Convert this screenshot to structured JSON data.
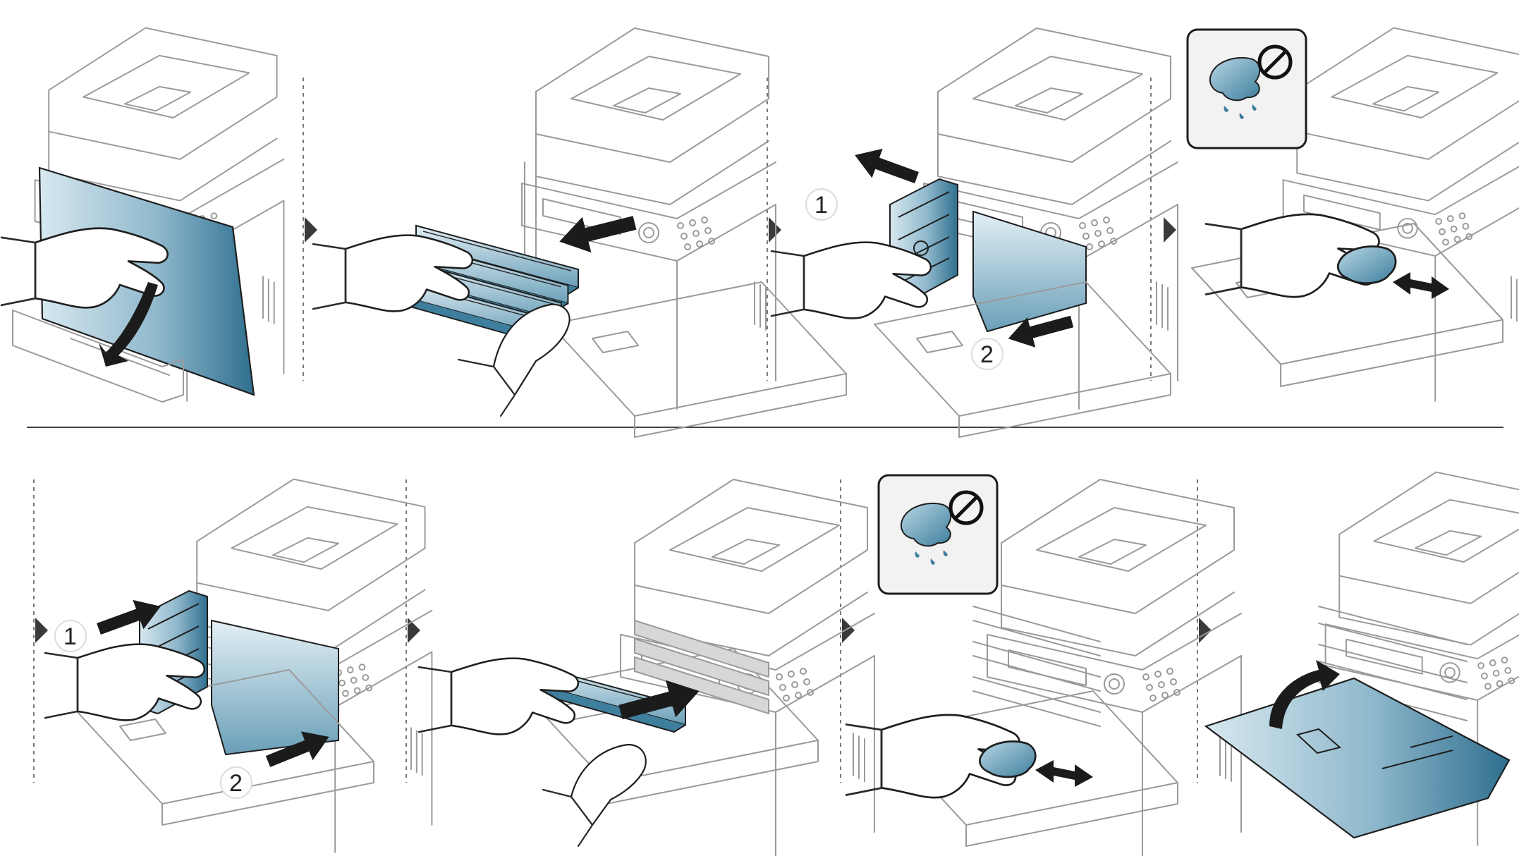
{
  "colors": {
    "accent": "#3f7f9e",
    "accent_light": "#a9cbdb",
    "line_gray": "#9a9a9a",
    "arrow": "#1b1b1b",
    "divider": "#555555"
  },
  "steps": {
    "top_3_label_1": "1",
    "top_3_label_2": "2",
    "bottom_1_label_1": "1",
    "bottom_1_label_2": "2"
  },
  "icons": [
    "step-arrow-icon",
    "no-wet-cloth-icon",
    "cloth-icon",
    "arrow-icon"
  ]
}
